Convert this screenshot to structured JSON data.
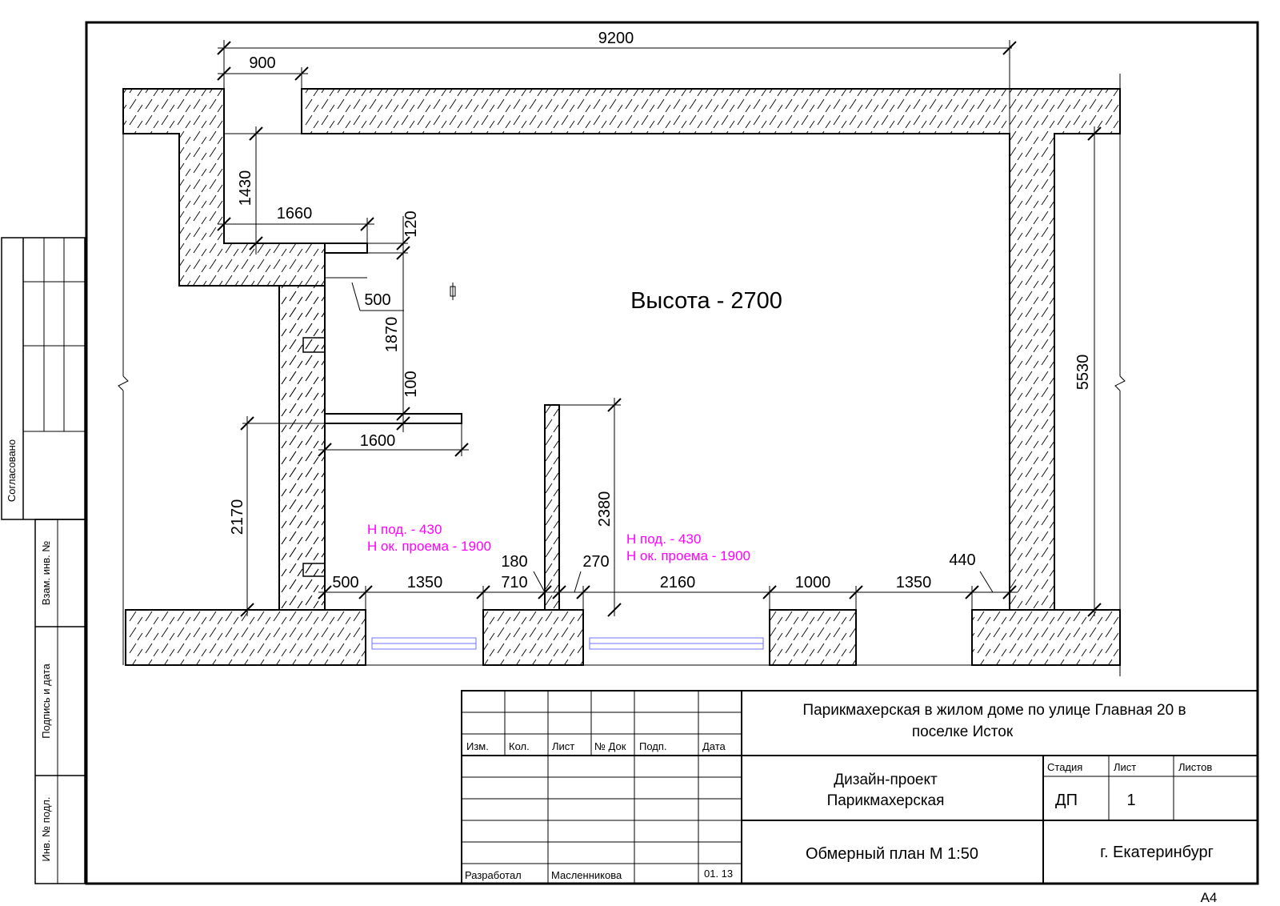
{
  "plan": {
    "height_label": "Высота - 2700",
    "dims": {
      "overall_width": "9200",
      "door_width": "900",
      "d1430": "1430",
      "d1660": "1660",
      "d120": "120",
      "d500_top": "500",
      "d1870": "1870",
      "d100": "100",
      "d1600": "1600",
      "d2170": "2170",
      "d2380": "2380",
      "d5530": "5530",
      "d500_bottom": "500",
      "d1350_a": "1350",
      "d180": "180",
      "d710": "710",
      "d270": "270",
      "d2160": "2160",
      "d1000": "1000",
      "d1350_b": "1350",
      "d440": "440"
    },
    "window_notes": [
      {
        "sill": "Н под. - 430",
        "opening": "Н ок. проема - 1900"
      },
      {
        "sill": "Н под. - 430",
        "opening": "Н ок. проема - 1900"
      }
    ]
  },
  "side_stamp": {
    "agreed": "Согласовано",
    "replaced_inv": "Взам. инв. №",
    "sign_date": "Подпись и дата",
    "inv_orig": "Инв. № подл."
  },
  "title_block": {
    "project_title_line1": "Парикмахерская в жилом доме по улице Главная 20 в",
    "project_title_line2": "поселке Исток",
    "design_line1": "Дизайн-проект",
    "design_line2": "Парикмахерская",
    "sheet_name": "Обмерный план М 1:50",
    "city": "г. Екатеринбург",
    "headers": {
      "izm": "Изм.",
      "kol": "Кол.",
      "list": "Лист",
      "ndok": "№ Док",
      "podp": "Подп.",
      "data": "Дата"
    },
    "stage_label": "Стадия",
    "sheet_label": "Лист",
    "sheets_label": "Листов",
    "stage_value": "ДП",
    "sheet_value": "1",
    "developed_label": "Разработал",
    "developer": "Масленникова",
    "date": "01. 13"
  },
  "format": "А4",
  "colors": {
    "annotation": "#ff00ff",
    "window": "#7070ff"
  }
}
